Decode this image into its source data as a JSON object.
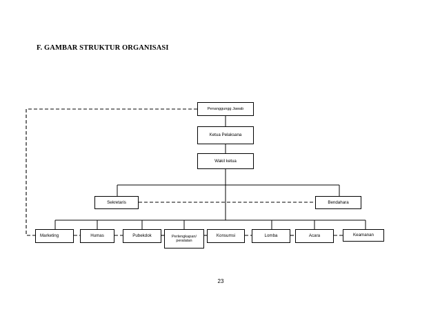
{
  "document": {
    "heading": "F.   GAMBAR STRUKTUR ORGANISASI",
    "page_number": "23"
  },
  "org_chart": {
    "top": "Penanggungg Jawab",
    "chair": "Ketua Pelaksana",
    "vice": "Wakil ketua",
    "secretary": "Sekretaris",
    "treasurer": "Bendahara",
    "divisions": [
      "Marketing",
      "Humas",
      "Pubekdok",
      "Perlengkapan/ peralatan",
      "Konsumsi",
      "Lomba",
      "Acara",
      "Keamanan"
    ]
  }
}
